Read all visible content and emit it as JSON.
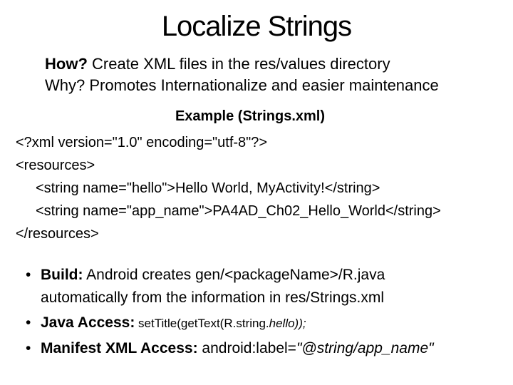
{
  "slide": {
    "background_color": "#ffffff",
    "text_color": "#000000",
    "title": "Localize Strings",
    "intro": {
      "how_label": "How?",
      "how_text": " Create XML files in the res/values directory",
      "why_line": "Why? Promotes Internationalize and easier maintenance"
    },
    "example": {
      "heading": "Example (Strings.xml)",
      "code_lines": [
        {
          "text": "<?xml version=\"1.0\" encoding=\"utf-8\"?>"
        },
        {
          "text": "<resources>"
        },
        {
          "text": "<string name=\"hello\">Hello World, MyActivity!</string>"
        },
        {
          "text": "<string name=\"app_name\">PA4AD_Ch02_Hello_World</string>"
        },
        {
          "text": "</resources>"
        }
      ]
    },
    "bullet_glyph": "•",
    "bullets": [
      {
        "label": "Build:",
        "text_line1": " Android creates gen/<packageName>/R.java",
        "text_line2": "automatically from the information in res/Strings.xml"
      },
      {
        "label": "Java Access:",
        "code_regular": " setTitle(getText(R.string.",
        "code_italic": "hello));"
      },
      {
        "label": "Manifest XML Access:",
        "text_regular": " android:label=",
        "text_italic": "\"@string/app_name\""
      }
    ]
  }
}
